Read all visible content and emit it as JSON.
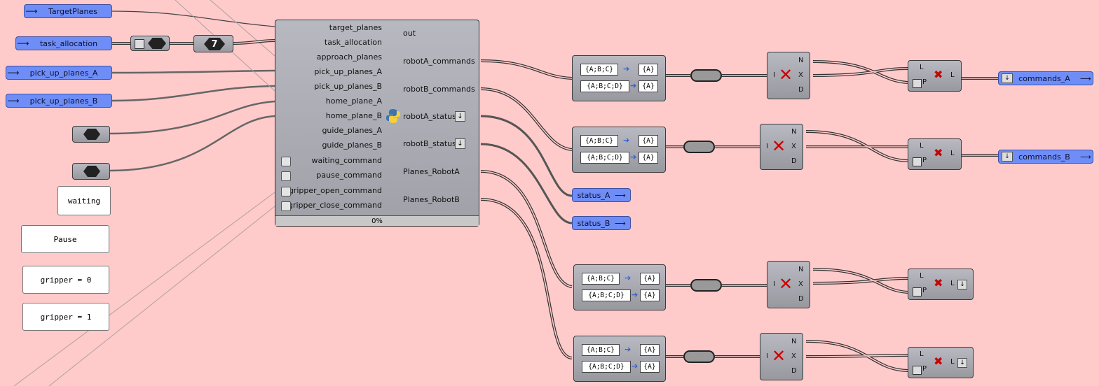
{
  "inputs": {
    "target_planes": "TargetPlanes",
    "task_allocation": "task_allocation",
    "pick_up_planes_a": "pick_up_planes_A",
    "pick_up_planes_b": "pick_up_planes_B",
    "arrow": "⟶"
  },
  "number_slider": {
    "value": "7"
  },
  "panels": {
    "waiting": "waiting",
    "pause": "Pause",
    "gripper0": "gripper = 0",
    "gripper1": "gripper = 1"
  },
  "python": {
    "inputs": [
      "target_planes",
      "task_allocation",
      "approach_planes",
      "pick_up_planes_A",
      "pick_up_planes_B",
      "home_plane_A",
      "home_plane_B",
      "guide_planes_A",
      "guide_planes_B",
      "waiting_command",
      "pause_command",
      "gripper_open_command",
      "gripper_close_command"
    ],
    "outputs": [
      "out",
      "robotA_commands",
      "robotB_commands",
      "robotA_status",
      "robotB_status",
      "Planes_RobotA",
      "Planes_RobotB"
    ],
    "progress": "0%"
  },
  "path_mapper": {
    "a": "{A;B;C}",
    "b": "{A}",
    "c": "{A;B;C;D}",
    "d": "{A}"
  },
  "cull": {
    "n": "N",
    "x": "X",
    "d": "D",
    "i": "I"
  },
  "list_item": {
    "l": "L",
    "p": "P",
    "out": "L"
  },
  "outputs": {
    "commands_a": "commands_A",
    "commands_b": "commands_B",
    "status_a": "status_A",
    "status_b": "status_B",
    "arrow": "⟶"
  }
}
